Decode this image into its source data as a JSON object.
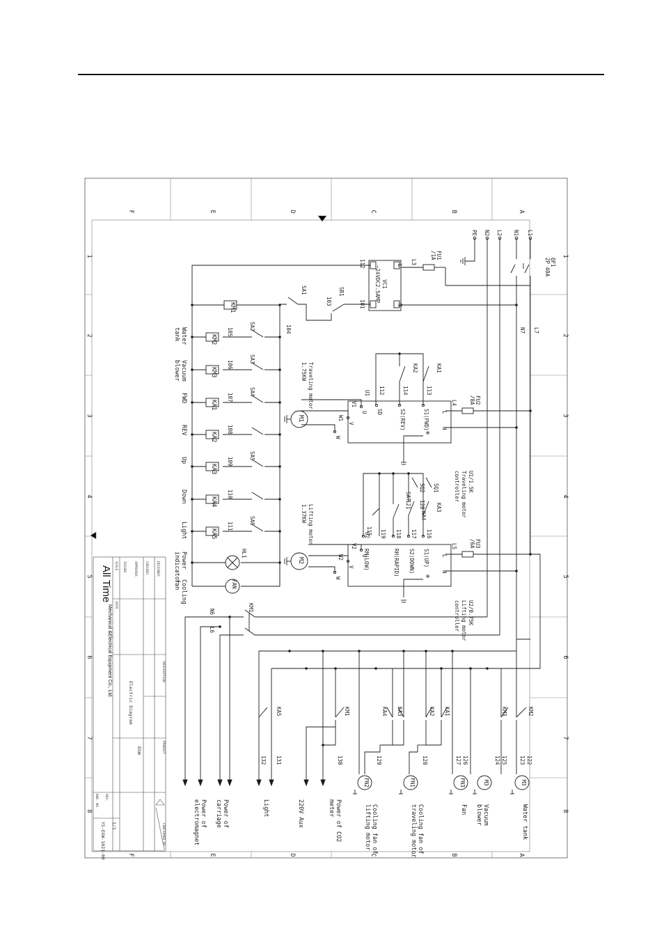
{
  "sheet": {
    "cols": [
      "1",
      "2",
      "3",
      "4",
      "5",
      "6",
      "7",
      "8"
    ],
    "rows": [
      "F",
      "E",
      "D",
      "C",
      "B",
      "A"
    ]
  },
  "supply": {
    "inputs": [
      "L1",
      "N1",
      "L2",
      "N2",
      "PE"
    ],
    "breaker": [
      "QF1",
      "2P 40A"
    ],
    "trunk": [
      "L7",
      "N7"
    ]
  },
  "components": {
    "fu1": [
      "FU1",
      "/1A"
    ],
    "fu2": [
      "FU2",
      "/8A"
    ],
    "fu3": [
      "FU3",
      "/6A"
    ],
    "vc1": [
      "VC1",
      "~24VDC2.5AMP"
    ],
    "nodes": [
      "L3",
      "L4",
      "L5",
      "112",
      "101",
      "103",
      "104",
      "SB1",
      "SA1",
      "KM1"
    ],
    "travel_drv": [
      "U1/1.5K",
      "Traveling motor",
      "controller"
    ],
    "lift_drv": [
      "U2/0.75K",
      "Lifting motor",
      "controller"
    ],
    "m1": [
      "Traveling motor",
      "1.75KW"
    ],
    "m2": [
      "Lifting motor",
      "1.37KW"
    ],
    "drv_terms": [
      "L",
      "N",
      "⊕",
      "U",
      "V",
      "W",
      "U1",
      "V1",
      "W1",
      "U2",
      "V2",
      "W2"
    ],
    "drv_inputs": [
      "S1(FWD)",
      "S2(REV)",
      "SD",
      "S1(UP)",
      "S2(DOWN)",
      "RH(RAPID)",
      "RM(LOW)"
    ],
    "ctrl_nodes": [
      "113",
      "114",
      "112",
      "116",
      "117",
      "118",
      "119",
      "115",
      "120",
      "121"
    ],
    "ctrl_contacts": [
      "KA1",
      "KA2",
      "SQ1",
      "KA3",
      "SQ2",
      "KA4",
      "SA7"
    ],
    "m1_name": "M1",
    "m2_name": "M2",
    "fan": "FAN",
    "lamp": "HL1"
  },
  "ladder": [
    {
      "sw": "SA2",
      "node": "105",
      "coil": "KM2",
      "label": [
        "Water",
        "tank"
      ]
    },
    {
      "sw": "SA3",
      "node": "106",
      "coil": "KM3",
      "label": [
        "Vacuum",
        "blower"
      ]
    },
    {
      "sw": "SA4",
      "node": "107",
      "coil": "KA1",
      "label": [
        "FWD"
      ]
    },
    {
      "sw": "",
      "node": "108",
      "coil": "KA2",
      "label": [
        "REV"
      ]
    },
    {
      "sw": "SA5",
      "node": "109",
      "coil": "KA3",
      "label": [
        "Up"
      ]
    },
    {
      "sw": "",
      "node": "110",
      "coil": "KA4",
      "label": [
        "Down"
      ]
    },
    {
      "sw": "SA6",
      "node": "111",
      "coil": "KA5",
      "label": [
        "Light"
      ]
    }
  ],
  "indicators": [
    "Power",
    "indicator",
    "Cooling",
    "fan"
  ],
  "km1_out": [
    "KM1",
    "N6",
    "L6"
  ],
  "loads": [
    {
      "contact": "KM2",
      "wire": [
        "123",
        "122"
      ],
      "motor": "M3",
      "label": [
        "Water tank"
      ]
    },
    {
      "contact": "KM3",
      "wire": [
        "124",
        "125"
      ],
      "motor": "M3",
      "label": [
        "Vacuum",
        "blower"
      ]
    },
    {
      "contact": "",
      "wire": [
        "126",
        "127"
      ],
      "motor": "FN3",
      "label": [
        "Fan"
      ]
    },
    {
      "contact": "KA1 KA2",
      "wire": [
        "128"
      ],
      "motor": "FN1",
      "label": [
        "Cooling fan of",
        "traveling motor"
      ]
    },
    {
      "contact": "KA3 KA4",
      "wire": [
        "129"
      ],
      "motor": "FN2",
      "label": [
        "Cooling fan of",
        "lifting motor"
      ]
    },
    {
      "contact": "KM1",
      "wire": [
        "130"
      ],
      "motor": "",
      "label": [
        "Power of CO2",
        "meter"
      ]
    },
    {
      "contact": "",
      "wire": [],
      "motor": "",
      "label": [
        "220V Aux"
      ]
    },
    {
      "contact": "KA5",
      "wire": [
        "131",
        "132"
      ],
      "motor": "",
      "label": [
        "Light"
      ]
    },
    {
      "contact": "",
      "wire": [],
      "motor": "",
      "label": [
        "Power of",
        "carriage"
      ]
    },
    {
      "contact": "",
      "wire": [],
      "motor": "",
      "label": [
        "Power of",
        "electromagnet"
      ]
    }
  ],
  "title_block": {
    "company": "All Time",
    "company_sub": "Mechanical &Electrical Equipment Co., Ltd.",
    "drawing": "Electric Diagram",
    "model": "EGW",
    "code": "YS-EGW-1021-00",
    "sheet": "1/1",
    "fields": [
      "DESCRIPTION",
      "PRODUCT",
      "DESIGNER",
      "CHECKER",
      "APPROVER",
      "ISSUED",
      "SCALE",
      "DATE",
      "DWG. NO.",
      "REV.",
      "CONFIRMED BY"
    ]
  },
  "colors": {
    "ink": "#1a1a1a",
    "frame": "#555555"
  }
}
